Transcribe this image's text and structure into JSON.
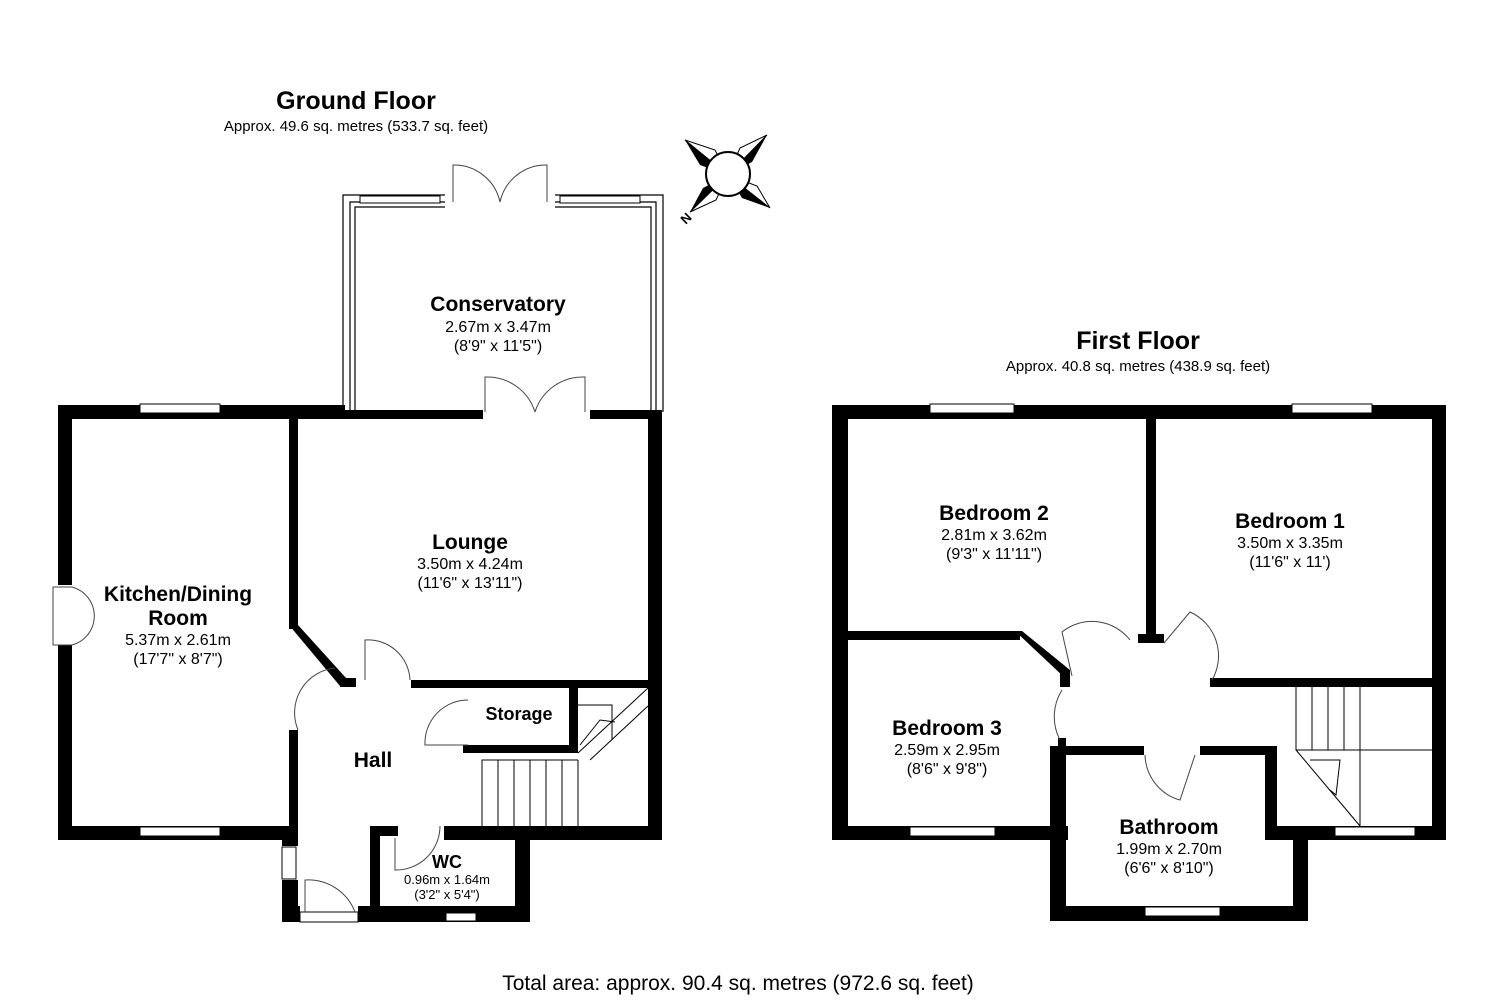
{
  "ground_floor": {
    "title": "Ground Floor",
    "area": "Approx. 49.6 sq. metres (533.7 sq. feet)",
    "rooms": {
      "conservatory": {
        "name": "Conservatory",
        "metric": "2.67m x 3.47m",
        "imperial": "(8'9\" x 11'5\")"
      },
      "lounge": {
        "name": "Lounge",
        "metric": "3.50m x 4.24m",
        "imperial": "(11'6\" x 13'11\")"
      },
      "kitchen": {
        "name_line1": "Kitchen/Dining",
        "name_line2": "Room",
        "metric": "5.37m x 2.61m",
        "imperial": "(17'7\" x 8'7\")"
      },
      "storage": {
        "name": "Storage"
      },
      "hall": {
        "name": "Hall"
      },
      "wc": {
        "name": "WC",
        "metric": "0.96m x 1.64m",
        "imperial": "(3'2\" x 5'4\")"
      }
    }
  },
  "first_floor": {
    "title": "First Floor",
    "area": "Approx. 40.8 sq. metres (438.9 sq. feet)",
    "rooms": {
      "bedroom2": {
        "name": "Bedroom 2",
        "metric": "2.81m x 3.62m",
        "imperial": "(9'3\" x 11'11\")"
      },
      "bedroom1": {
        "name": "Bedroom 1",
        "metric": "3.50m x 3.35m",
        "imperial": "(11'6\" x 11')"
      },
      "bedroom3": {
        "name": "Bedroom 3",
        "metric": "2.59m x 2.95m",
        "imperial": "(8'6\" x 9'8\")"
      },
      "bathroom": {
        "name": "Bathroom",
        "metric": "1.99m x 2.70m",
        "imperial": "(6'6\" x 8'10\")"
      }
    }
  },
  "compass": {
    "label": "N"
  },
  "total_area": "Total area: approx. 90.4 sq. metres (972.6 sq. feet)"
}
